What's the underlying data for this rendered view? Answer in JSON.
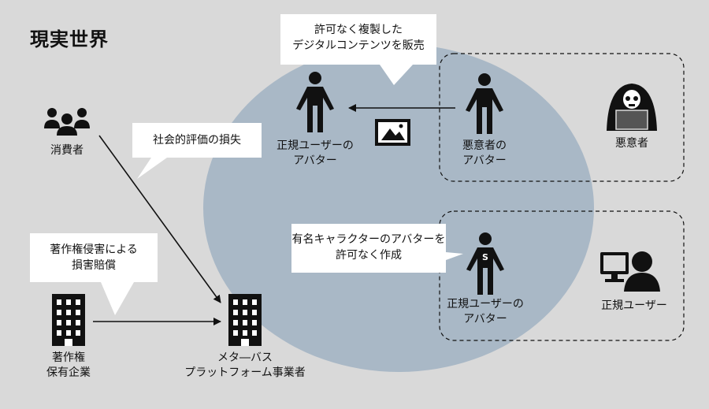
{
  "title": "現実世界",
  "bubbles": {
    "copy_sell": [
      "許可なく複製した",
      "デジタルコンテンツを販売"
    ],
    "reputation": [
      "社会的評価の損失"
    ],
    "damages": [
      "著作権侵害による",
      "損害賠償"
    ],
    "unauthorized_avatar": [
      "有名キャラクターのアバターを",
      "許可なく作成"
    ]
  },
  "labels": {
    "consumer": [
      "消費者"
    ],
    "legit_avatar_top": [
      "正規ユーザーの",
      "アバター"
    ],
    "malicious_avatar": [
      "悪意者の",
      "アバター"
    ],
    "malicious_user": [
      "悪意者"
    ],
    "legit_avatar_bottom": [
      "正規ユーザーの",
      "アバター"
    ],
    "legit_user": [
      "正規ユーザー"
    ],
    "rights_holder": [
      "著作権",
      "保有企業"
    ],
    "platform": [
      "メタ―バス",
      "プラットフォーム事業者"
    ]
  },
  "avatar_badge": "S",
  "colors": {
    "background": "#d9d9d9",
    "metaverse": "#a9b8c6",
    "ink": "#111111",
    "bubble": "#ffffff"
  }
}
